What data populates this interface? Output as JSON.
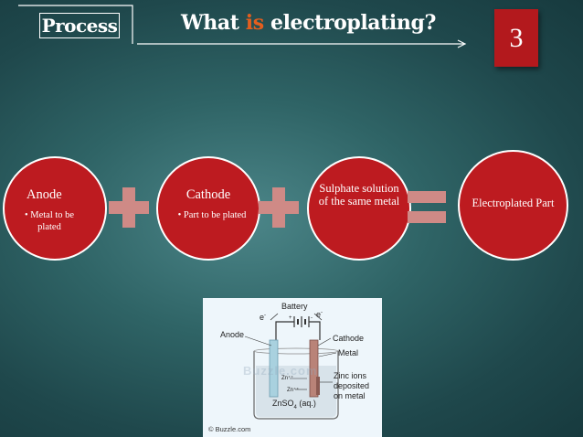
{
  "header": {
    "section_label": "Process",
    "title_prefix": "What ",
    "title_accent": "is",
    "title_suffix": " electroplating?",
    "slide_number": "3"
  },
  "equation": {
    "anode": {
      "title": "Anode",
      "bullet": "• Metal to be plated"
    },
    "cathode": {
      "title": "Cathode",
      "bullet": "• Part to be plated"
    },
    "solution": {
      "text": "Sulphate solution of the same metal"
    },
    "result": {
      "text": "Electroplated Part"
    },
    "plus_icon": "plus-icon",
    "equals_icon": "equals-icon"
  },
  "diagram": {
    "battery": "Battery",
    "electron_left": "e",
    "electron_right": "e",
    "electron_sup": "-",
    "battery_minus": "-",
    "battery_plus": "+",
    "anode": "Anode",
    "cathode": "Cathode",
    "metal": "Metal",
    "ion_1": "Zn⁺⁺",
    "ion_2": "Zn⁺⁺",
    "deposited_line1": "Zinc ions",
    "deposited_line2": "deposited",
    "deposited_line3": "on metal",
    "solution": "ZnSO",
    "solution_sub": "4",
    "solution_suffix": " (aq.)",
    "watermark": "Buzzle.com",
    "credit": "© Buzzle.com"
  },
  "colors": {
    "accent_text": "#e35e1e",
    "badge": "#b3191d",
    "circle_fill": "#bd1b20",
    "operator": "#cf8a86",
    "background": "#2f6466"
  }
}
